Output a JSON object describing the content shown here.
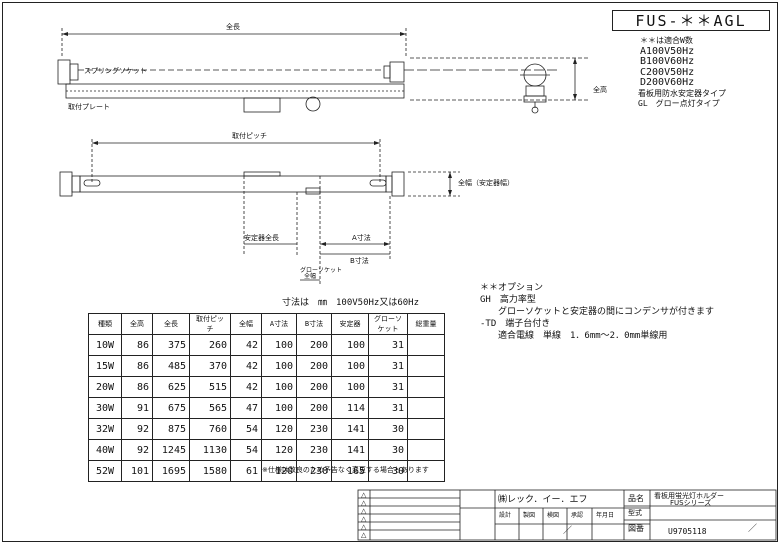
{
  "title": "FUS-＊＊AGL",
  "variants": {
    "note": "＊＊は適合W数",
    "items": [
      "A100V50Hz",
      "B100V60Hz",
      "C200V50Hz",
      "D200V60Hz"
    ],
    "types": [
      "看板用防水安定器タイプ",
      "GL　グロー点灯タイプ"
    ]
  },
  "labels": {
    "overall_length": "全長",
    "spring_socket": "スプリングソケット",
    "mounting_plate": "取付プレート",
    "overall_height": "全高",
    "mounting_pitch": "取付ピッチ",
    "overall_width": "全幅（安定器幅）",
    "ballast_length": "安定器全長",
    "dim_a": "A寸法",
    "dim_b": "B寸法",
    "glow_socket": "グローソケット",
    "width": "全幅"
  },
  "units_note": "寸法は　㎜　100V50Hz又は60Hz",
  "options": {
    "heading": "＊＊オプション",
    "lines": [
      "GH　高力率型",
      "　　グローソケットと安定器の間にコンデンサが付きます",
      "-TD　端子台付き",
      "　　適合電線　単線　1．6mm～2．0mm単線用"
    ]
  },
  "table": {
    "headers": [
      "種類",
      "全高",
      "全長",
      "取付ピッチ",
      "全幅",
      "A寸法",
      "B寸法",
      "安定器",
      "グローソケット",
      "総重量"
    ],
    "rows": [
      [
        "10W",
        "86",
        "375",
        "260",
        "42",
        "100",
        "200",
        "100",
        "31",
        ""
      ],
      [
        "15W",
        "86",
        "485",
        "370",
        "42",
        "100",
        "200",
        "100",
        "31",
        ""
      ],
      [
        "20W",
        "86",
        "625",
        "515",
        "42",
        "100",
        "200",
        "100",
        "31",
        ""
      ],
      [
        "30W",
        "91",
        "675",
        "565",
        "47",
        "100",
        "200",
        "114",
        "31",
        ""
      ],
      [
        "32W",
        "92",
        "875",
        "760",
        "54",
        "120",
        "230",
        "141",
        "30",
        ""
      ],
      [
        "40W",
        "92",
        "1245",
        "1130",
        "54",
        "120",
        "230",
        "141",
        "30",
        ""
      ],
      [
        "52W",
        "101",
        "1695",
        "1580",
        "61",
        "120",
        "230",
        "165",
        "30",
        ""
      ]
    ],
    "footnote": "※仕様は改良のため予告なく変更する場合もあります"
  },
  "title_block": {
    "company": "㈱レック．イー．エフ",
    "name_label": "品名",
    "name": "看板用蛍光灯ホルダー",
    "series": "FUSシリーズ",
    "model_label": "型式",
    "drawing_label": "図番",
    "drawing_no": "U9705118",
    "revision_marks": [
      "△",
      "△",
      "△",
      "△",
      "△",
      "△"
    ],
    "header_cells": [
      "設計",
      "製図",
      "検図",
      "承認",
      "年月日"
    ],
    "scale_slash": "／",
    "drawing_slash": "／"
  }
}
